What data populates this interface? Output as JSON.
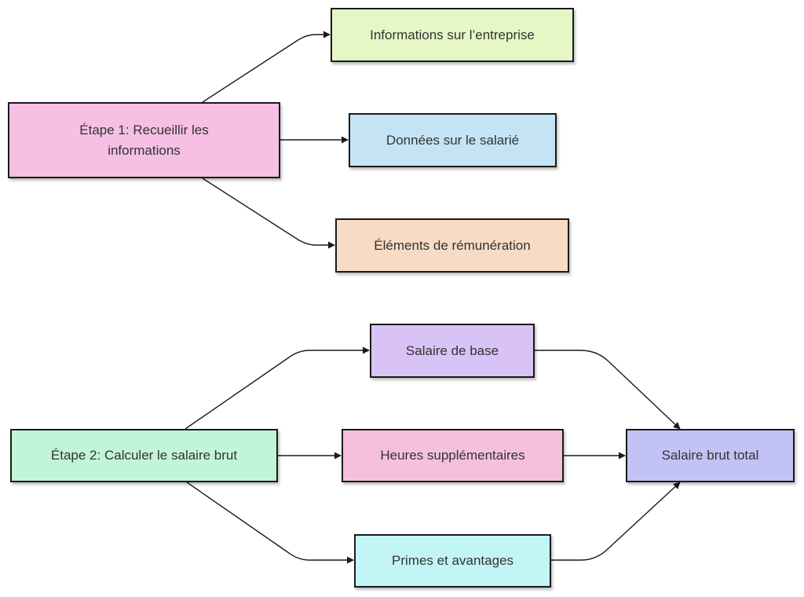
{
  "diagram": {
    "nodes": {
      "etape1": {
        "label": "Étape 1: Recueillir les informations",
        "color": "#f5c0e3"
      },
      "entreprise": {
        "label": "Informations sur l’entreprise",
        "color": "#e6f7c6"
      },
      "salarie": {
        "label": "Données sur le salarié",
        "color": "#c4e4f5"
      },
      "remuneration": {
        "label": "Éléments de rémunération",
        "color": "#f7dbc4"
      },
      "etape2": {
        "label": "Étape 2: Calculer le salaire brut",
        "color": "#c2f5d8"
      },
      "base": {
        "label": "Salaire de base",
        "color": "#d9c2f5"
      },
      "heures": {
        "label": "Heures supplémentaires",
        "color": "#f5c0de"
      },
      "primes": {
        "label": "Primes et avantages",
        "color": "#c2f5f5"
      },
      "total": {
        "label": "Salaire brut total",
        "color": "#c2c2f5"
      }
    },
    "edges": [
      [
        "etape1",
        "entreprise"
      ],
      [
        "etape1",
        "salarie"
      ],
      [
        "etape1",
        "remuneration"
      ],
      [
        "etape2",
        "base"
      ],
      [
        "etape2",
        "heures"
      ],
      [
        "etape2",
        "primes"
      ],
      [
        "base",
        "total"
      ],
      [
        "heures",
        "total"
      ],
      [
        "primes",
        "total"
      ]
    ]
  }
}
